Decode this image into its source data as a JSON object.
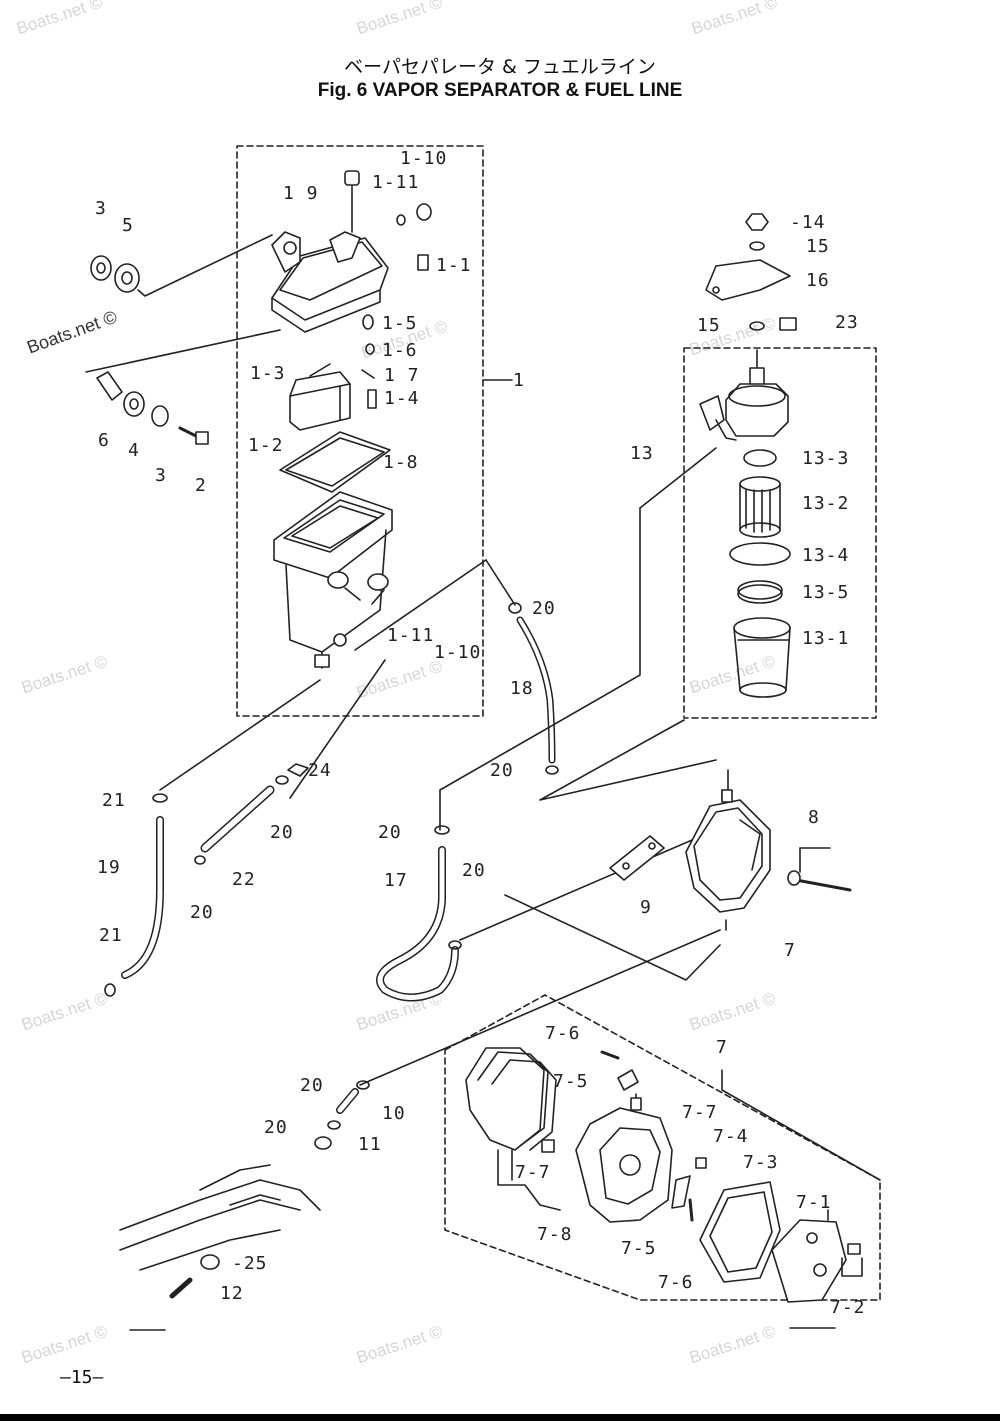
{
  "title": {
    "japanese": "ベーパセパレータ & フュエルライン",
    "english": "Fig. 6    VAPOR SEPARATOR & FUEL LINE"
  },
  "watermark": {
    "text": "Boats.net ©",
    "main_text": "Boats.net ©"
  },
  "page_number": "—15—",
  "part_labels": {
    "p1_10a": "1-10",
    "p1_9": "1  9",
    "p1_11a": "1-11",
    "p1_1": "1-1",
    "p3a": "3",
    "p5": "5",
    "p1_5": "1-5",
    "p1_6": "1-6",
    "p1_3": "1-3",
    "p1_7": "1  7",
    "p1": "1",
    "p1_4": "1-4",
    "p6": "6",
    "p4": "4",
    "p3b": "3",
    "p2": "2",
    "p1_2": "1-2",
    "p1_8": "1-8",
    "p14": "-14",
    "p15a": "15",
    "p16": "16",
    "p15b": "15",
    "p23": "23",
    "p13": "13",
    "p13_3": "13-3",
    "p13_2": "13-2",
    "p13_4": "13-4",
    "p13_5": "13-5",
    "p13_1": "13-1",
    "p20a": "20",
    "p18": "18",
    "p1_11b": "1-11",
    "p1_10b": "1-10",
    "p24": "24",
    "p21a": "21",
    "p20b": "20",
    "p19": "19",
    "p22": "22",
    "p20c": "20",
    "p21b": "21",
    "p20d": "20",
    "p20e": "20",
    "p17": "17",
    "p20f": "20",
    "p8": "8",
    "p9": "9",
    "p7a": "7",
    "p7b": "7",
    "p7_6a": "7-6",
    "p7_5a": "7-5",
    "p7_7a": "7-7",
    "p7_4": "7-4",
    "p7_3": "7-3",
    "p7_7b": "7-7",
    "p7_8": "7-8",
    "p7_5b": "7-5",
    "p7_6b": "7-6",
    "p7_1": "7-1",
    "p7_2": "7-2",
    "p20g": "20",
    "p10": "10",
    "p20h": "20",
    "p11": "11",
    "p25": "-25",
    "p12": "12"
  },
  "colors": {
    "ink": "#222222",
    "watermark": "#d6d6d6"
  }
}
